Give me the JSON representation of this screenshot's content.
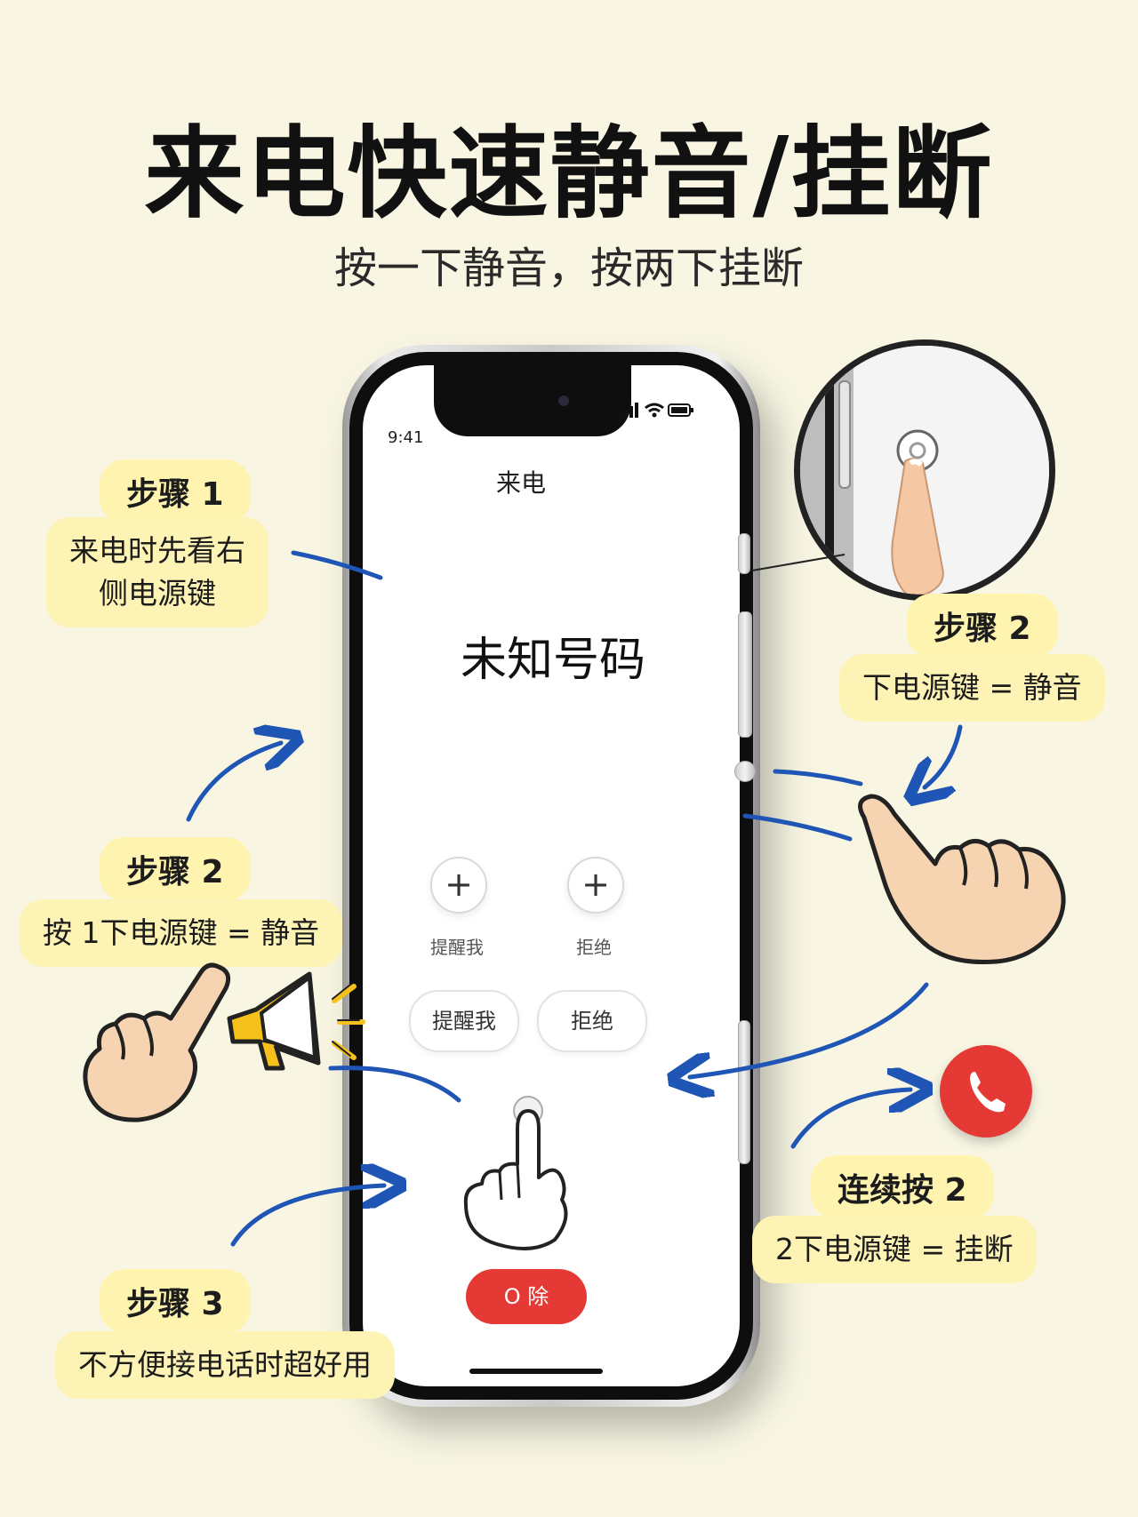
{
  "header": {
    "title": "来电快速静音/挂断",
    "subtitle": "按一下静音，按两下挂断"
  },
  "steps": {
    "step1": {
      "label": "步骤 1",
      "text_line1": "来电时先看右",
      "text_line2": "侧电源键"
    },
    "step2_left": {
      "label": "步骤 2",
      "text": "按 1下电源键 = 静音"
    },
    "step3": {
      "label": "步骤 3",
      "text": "不方便接电话时超好用"
    },
    "step2_right": {
      "label": "步骤 2",
      "text": "下电源键 = 静音"
    },
    "continuous": {
      "label": "连续按 2",
      "text": "2下电源键 = 挂断"
    }
  },
  "phone": {
    "time": "9:41",
    "status_icons": "signal-icon wifi-icon battery-icon",
    "screen_title": "来电",
    "caller": "未知号码",
    "circle_buttons": [
      {
        "icon": "+",
        "label": "提醒我"
      },
      {
        "icon": "+",
        "label": "拒绝"
      }
    ],
    "rect_buttons": [
      {
        "label": "提醒我"
      },
      {
        "label": "拒绝"
      }
    ],
    "red_button": "O 除"
  },
  "colors": {
    "background": "#f8f6e3",
    "pill": "#fff3b0",
    "arrow": "#1f55b5",
    "red": "#e53935",
    "skin": "#f7d4b1"
  }
}
